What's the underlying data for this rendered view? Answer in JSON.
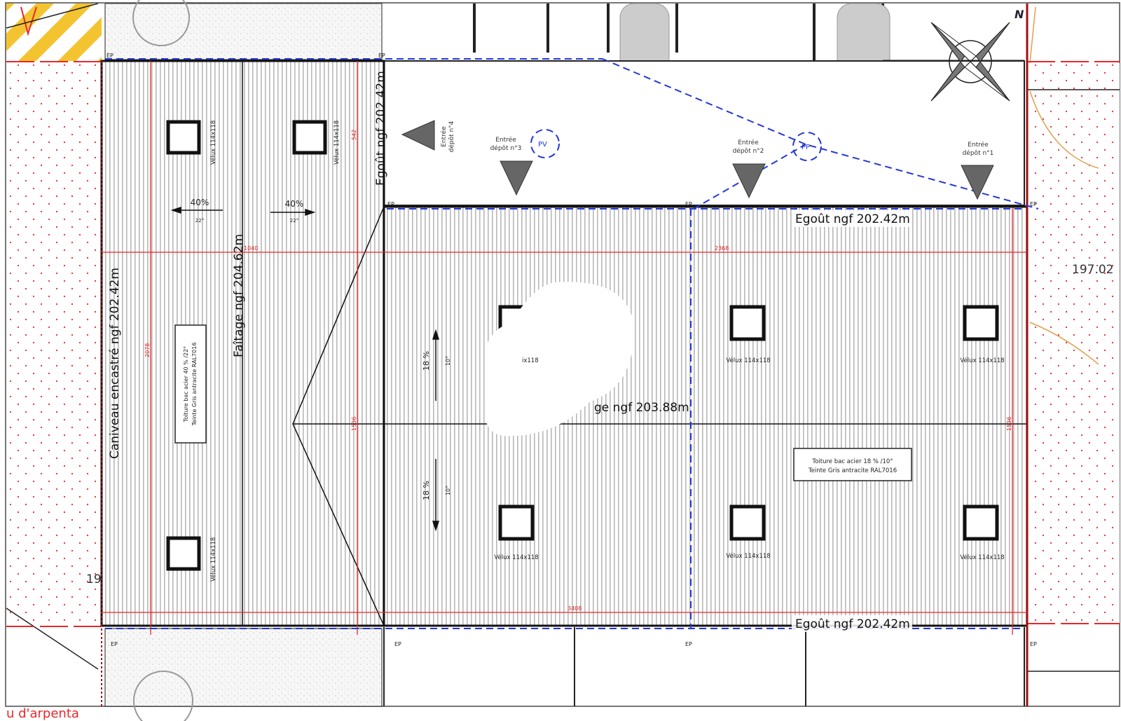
{
  "plan": {
    "eaves_label": "Egoût ngf 202.42m",
    "gutter_label": "Caniveau encastré ngf 202.42m",
    "ridge_left_label": "Faîtage ngf 204.62m",
    "ridge_main_label": "ge ngf 203.88m",
    "velux_label": "Vélux 114x118",
    "velux_partial_label": "ix118",
    "left_slope": {
      "percent": "40%",
      "angle": "22°"
    },
    "main_slope": {
      "percent": "18 %",
      "angle": "10°"
    },
    "note_left": [
      "Toiture bac acier 40 % /22°",
      "Teinte Gris antracite RAL7016"
    ],
    "note_main": [
      "Toiture bac acier 18 % /10°",
      "Teinte Gris antracite RAL7016"
    ],
    "entries": [
      {
        "line1": "Entrée",
        "line2": "dépôt n°4"
      },
      {
        "line1": "Entrée",
        "line2": "dépôt n°3"
      },
      {
        "line1": "Entrée",
        "line2": "dépôt n°2"
      },
      {
        "line1": "Entrée",
        "line2": "dépôt n°1"
      }
    ],
    "pv_label": "PV",
    "pp_label": "PP",
    "ep_label": "EP",
    "north_label": "N",
    "dimensions": {
      "top_left": "1040",
      "top_right": "2368",
      "bottom": "3408",
      "left": "2078",
      "mid": "1536",
      "right": "1536",
      "upper": "542"
    },
    "spot_level_right": "197.02",
    "spot_level_left": "19",
    "surveyor_text": "u d'arpenta"
  },
  "colors": {
    "roof_stripe": "#b8b8b8",
    "dimension": "#e8262b",
    "drain": "#2438d8",
    "hatch": "#f4c430"
  }
}
